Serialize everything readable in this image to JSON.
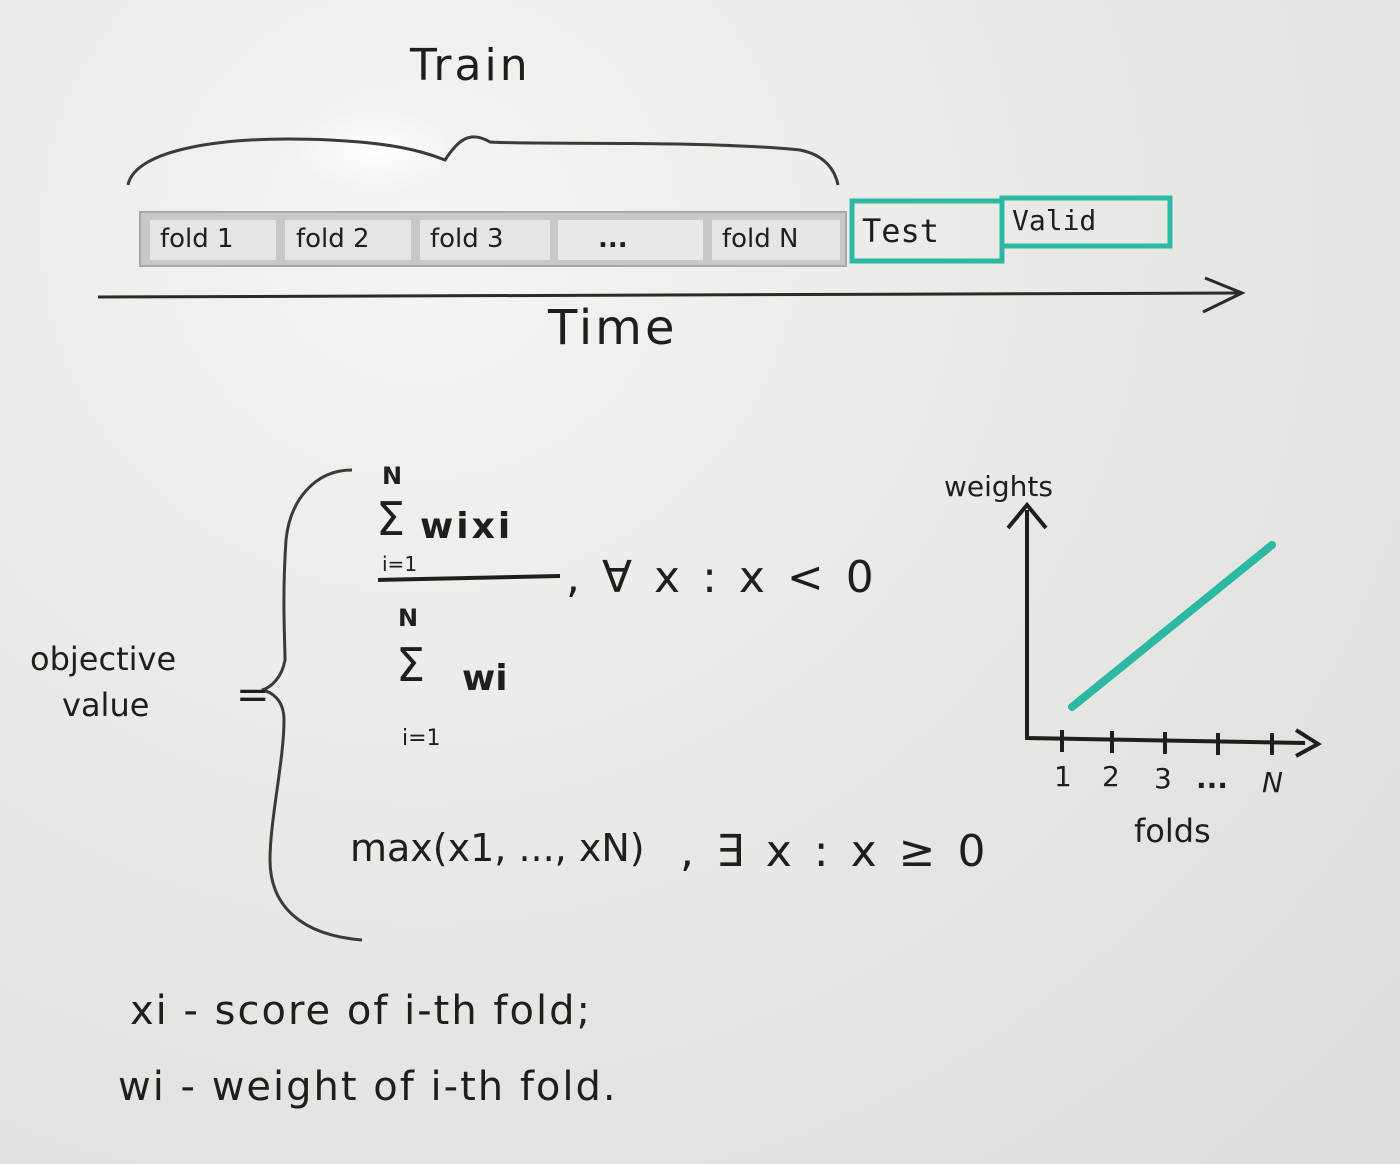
{
  "timeline": {
    "train_label": "Train",
    "folds": [
      "fold 1",
      "fold 2",
      "fold 3",
      "...",
      "fold N"
    ],
    "test_label": "Test",
    "valid_label": "Valid",
    "axis_label": "Time"
  },
  "formula": {
    "lhs_line1": "objective",
    "lhs_line2": "value",
    "eq": "=",
    "sum_top": "N",
    "sum_bottom": "i=1",
    "sigma": "Σ",
    "numerator_term": "wixi",
    "denominator_term": "wi",
    "case1_condition": ", ∀ x : x < 0",
    "case2_expr": "max(x1, ..., xN)",
    "case2_condition": ", ∃ x : x ≥ 0"
  },
  "graph": {
    "ylabel": "weights",
    "xlabel": "folds",
    "ticks": [
      "1",
      "2",
      "3",
      "...",
      "N"
    ]
  },
  "legend": {
    "line1": "xi - score of i-th fold;",
    "line2": "wi - weight of i-th fold."
  },
  "colors": {
    "accent": "#2cb8a3",
    "ink": "#1e1e1e",
    "fold_box": "#b9b8b5"
  }
}
